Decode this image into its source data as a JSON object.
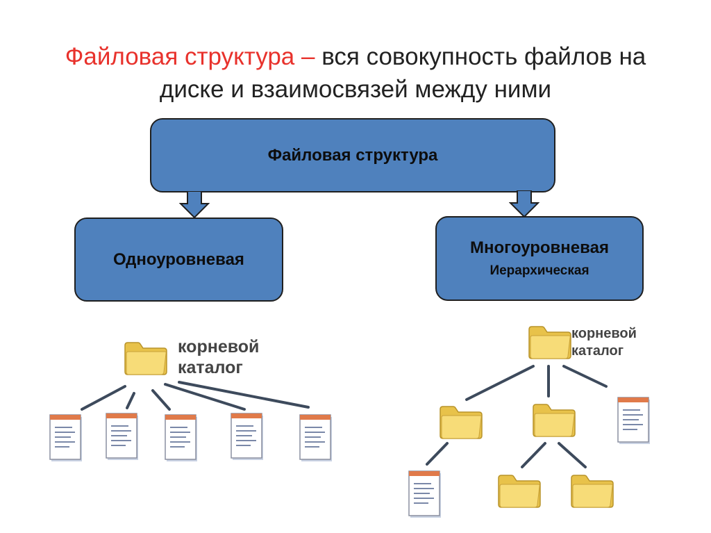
{
  "title": {
    "accent": "Файловая структура –",
    "rest_line1": " вся совокупность файлов на",
    "line2": "диске и взаимосвязей между ними"
  },
  "root_box": {
    "label": "Файловая структура"
  },
  "left_box": {
    "label": "Одноуровневая"
  },
  "right_box": {
    "label": "Многоуровневая",
    "sublabel": "Иерархическая"
  },
  "single_level": {
    "root_caption_line1": "корневой",
    "root_caption_line2": "каталог"
  },
  "multi_level": {
    "root_caption_line1": "корневой",
    "root_caption_line2": "каталог"
  },
  "colors": {
    "accent": "#e8322c",
    "box_fill": "#4f81bd",
    "folder": "#f5d76e",
    "document": "#ffffff"
  }
}
